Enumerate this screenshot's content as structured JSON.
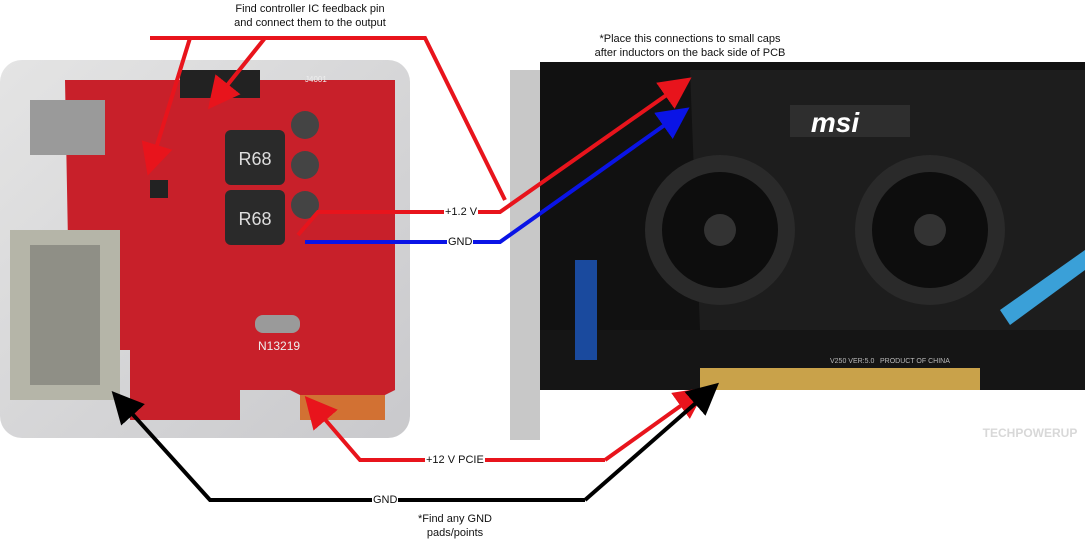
{
  "annotations": {
    "feedback_note": [
      "Find controller IC feedback pin",
      "and connect them to the output"
    ],
    "caps_note": [
      "*Place this connections to small caps",
      "after inductors on the back side of PCB"
    ],
    "gnd_note": [
      "*Find any GND",
      "pads/points"
    ]
  },
  "wire_labels": {
    "v12": "+1.2 V",
    "gnd_blue": "GND",
    "pcie": "+12 V PCIE",
    "gnd_black": "GND"
  },
  "board_markings": {
    "inductor_1": "R68",
    "inductor_2": "R68",
    "board_id": "N13219",
    "connector": "J4001"
  },
  "gpu": {
    "brand": "msi",
    "pcb_text": "V250 VER:5.0",
    "made_in": "PRODUCT OF CHINA"
  },
  "watermark": "TECHPOWERUP",
  "colors": {
    "red": "#e8141c",
    "blue": "#0a14e6",
    "black": "#000000",
    "pcb": "#c8202a",
    "gpu": "#1a1a1a"
  }
}
